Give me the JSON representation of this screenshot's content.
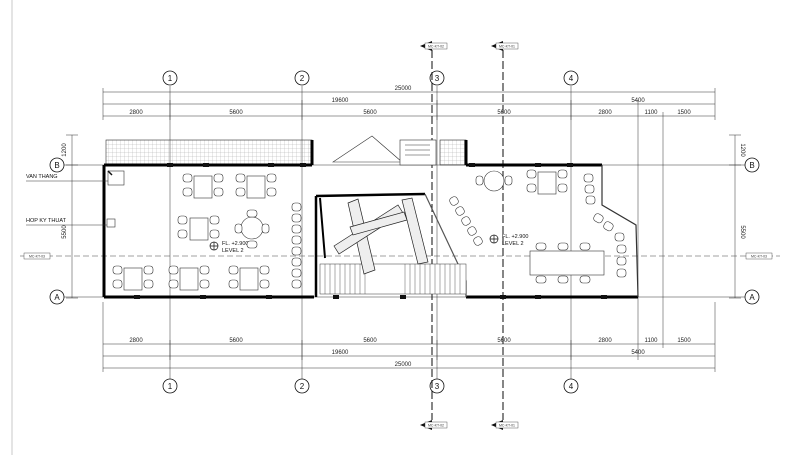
{
  "labels": {
    "elevator": "VAN THANG",
    "technical_shaft": "HOP KY THUAT",
    "level_a_elev": "FL. +2.900",
    "level_a_name": "LEVEL 2",
    "level_b_elev": "FL. +2.900",
    "level_b_name": "LEVEL 2"
  },
  "grid": {
    "columns": [
      "1",
      "2",
      "3",
      "4"
    ],
    "rows": [
      "B",
      "A"
    ]
  },
  "dims": {
    "top_total": "25000",
    "top_left_run": "19600",
    "top_right_run": "5400",
    "top_segments": [
      "2800",
      "5600",
      "5600",
      "5600",
      "2800",
      "1100",
      "1500"
    ],
    "bottom_total": "25000",
    "bottom_left_run": "19600",
    "bottom_right_run": "5400",
    "bottom_segments": [
      "2800",
      "5600",
      "5600",
      "5600",
      "2800",
      "1100",
      "1500"
    ],
    "left_vertical": [
      "1200",
      "5500"
    ],
    "right_vertical": [
      "1200",
      "5500"
    ]
  },
  "section_marks": {
    "top_left": "MC-KT-02",
    "top_right": "MC-KT-01",
    "bottom_left": "MC-KT-02",
    "bottom_right": "MC-KT-01",
    "side_left": "MC-KT-03",
    "side_right": "MC-KT-03"
  }
}
